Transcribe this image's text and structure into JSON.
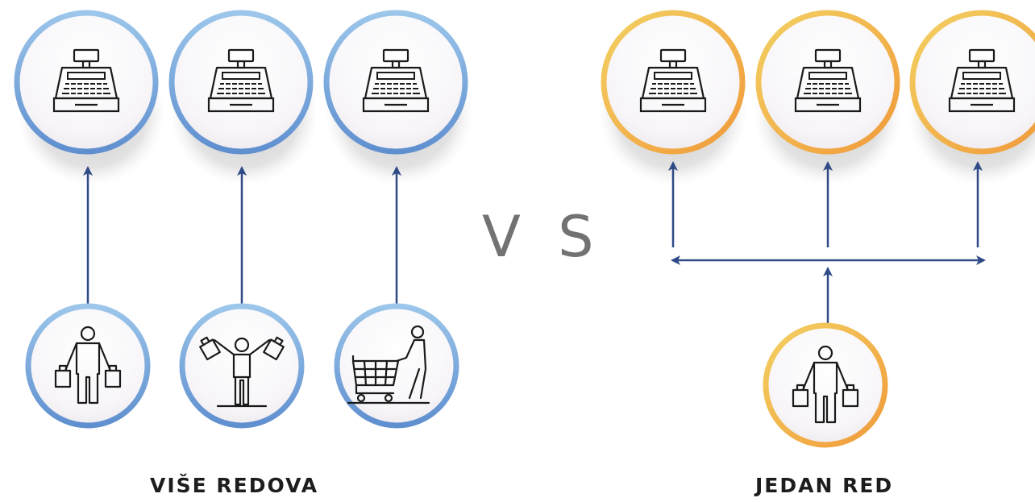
{
  "vs_label": "V S",
  "left_panel": {
    "caption": "VIŠE REDOVA",
    "ring_color": "#6e9fd6",
    "registers": [
      {
        "icon": "cash-register-icon"
      },
      {
        "icon": "cash-register-icon"
      },
      {
        "icon": "cash-register-icon"
      }
    ],
    "customers": [
      {
        "icon": "person-with-shopping-bags-icon"
      },
      {
        "icon": "person-raising-shopping-bags-icon"
      },
      {
        "icon": "person-pushing-shopping-cart-icon"
      }
    ]
  },
  "right_panel": {
    "caption": "JEDAN RED",
    "ring_color": "#f0b84a",
    "registers": [
      {
        "icon": "cash-register-icon"
      },
      {
        "icon": "cash-register-icon"
      },
      {
        "icon": "cash-register-icon"
      }
    ],
    "customers": [
      {
        "icon": "person-with-shopping-bags-icon"
      }
    ]
  },
  "arrow_color": "#2f4a86"
}
